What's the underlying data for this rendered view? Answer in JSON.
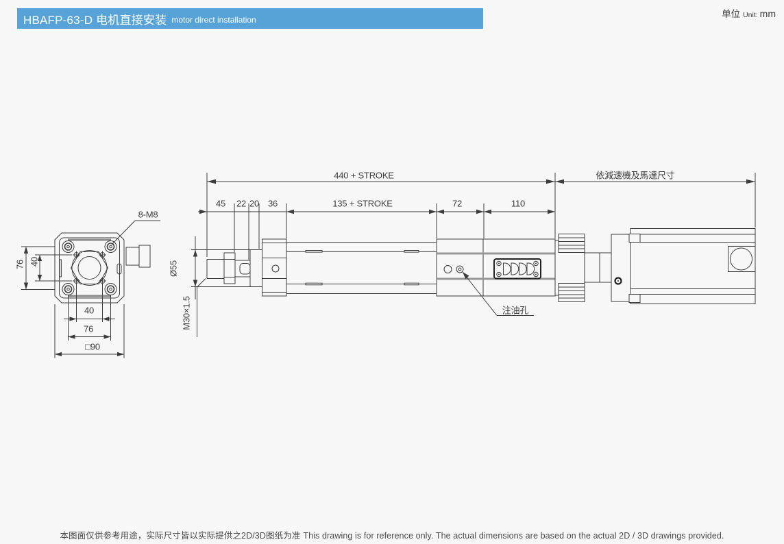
{
  "header": {
    "model": "HBAFP-63-D",
    "subtitle_cn": "电机直接安装",
    "subtitle_en": "motor direct installation",
    "accent_color": "#57a3d8"
  },
  "unit": {
    "label_cn": "单位",
    "label_en": "Unit:",
    "value": "mm"
  },
  "dims": {
    "total": "440 + STROKE",
    "motor_side": "依減速機及馬達尺寸",
    "chain": [
      "45",
      "22",
      "20",
      "36",
      "135 + STROKE",
      "72",
      "110"
    ]
  },
  "side_view": {
    "rod_boss_diameter": "Ø55",
    "rod_thread": "M30×1.5",
    "oil_hole_label": "注油孔"
  },
  "end_view": {
    "bolt_pattern": "8-M8",
    "flange_height": "76",
    "inner_height": "40",
    "inner_width": "40",
    "flange_width": "76",
    "outline_square": "□90"
  },
  "footer": {
    "note_cn": "本图面仅供参考用途，实际尺寸皆以实际提供之2D/3D图纸为准",
    "note_en": "This drawing is for reference only. The actual dimensions are based on the actual 2D / 3D drawings provided."
  },
  "colors": {
    "line": "#3c3c3c",
    "stripe": "#979797",
    "grille": "#222222"
  }
}
